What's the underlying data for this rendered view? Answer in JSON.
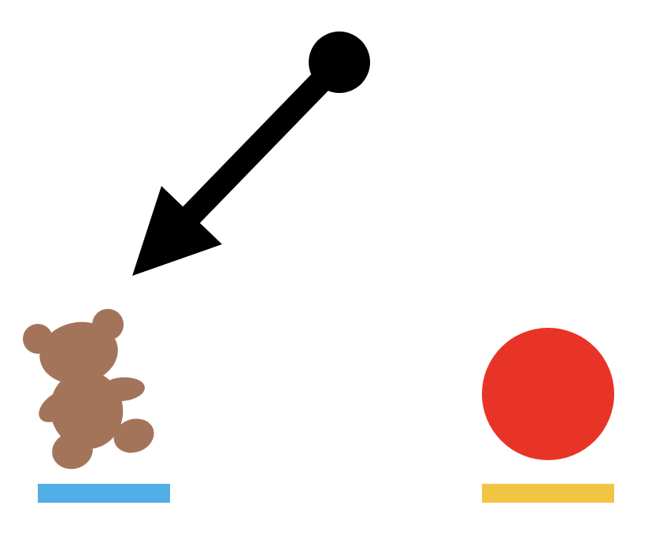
{
  "scene": {
    "background": "#ffffff",
    "objects": [
      {
        "name": "teddy-bear",
        "icon": "teddy-bear-icon",
        "color": "#A3745A"
      },
      {
        "name": "red-ball",
        "icon": "ball-icon",
        "color": "#E83426"
      }
    ],
    "bars": [
      {
        "name": "blue-bar",
        "color": "#52AEE6"
      },
      {
        "name": "yellow-bar",
        "color": "#F2C443"
      }
    ],
    "arrow": {
      "color": "#000000",
      "from": "top-right",
      "points_to": "teddy-bear"
    }
  }
}
